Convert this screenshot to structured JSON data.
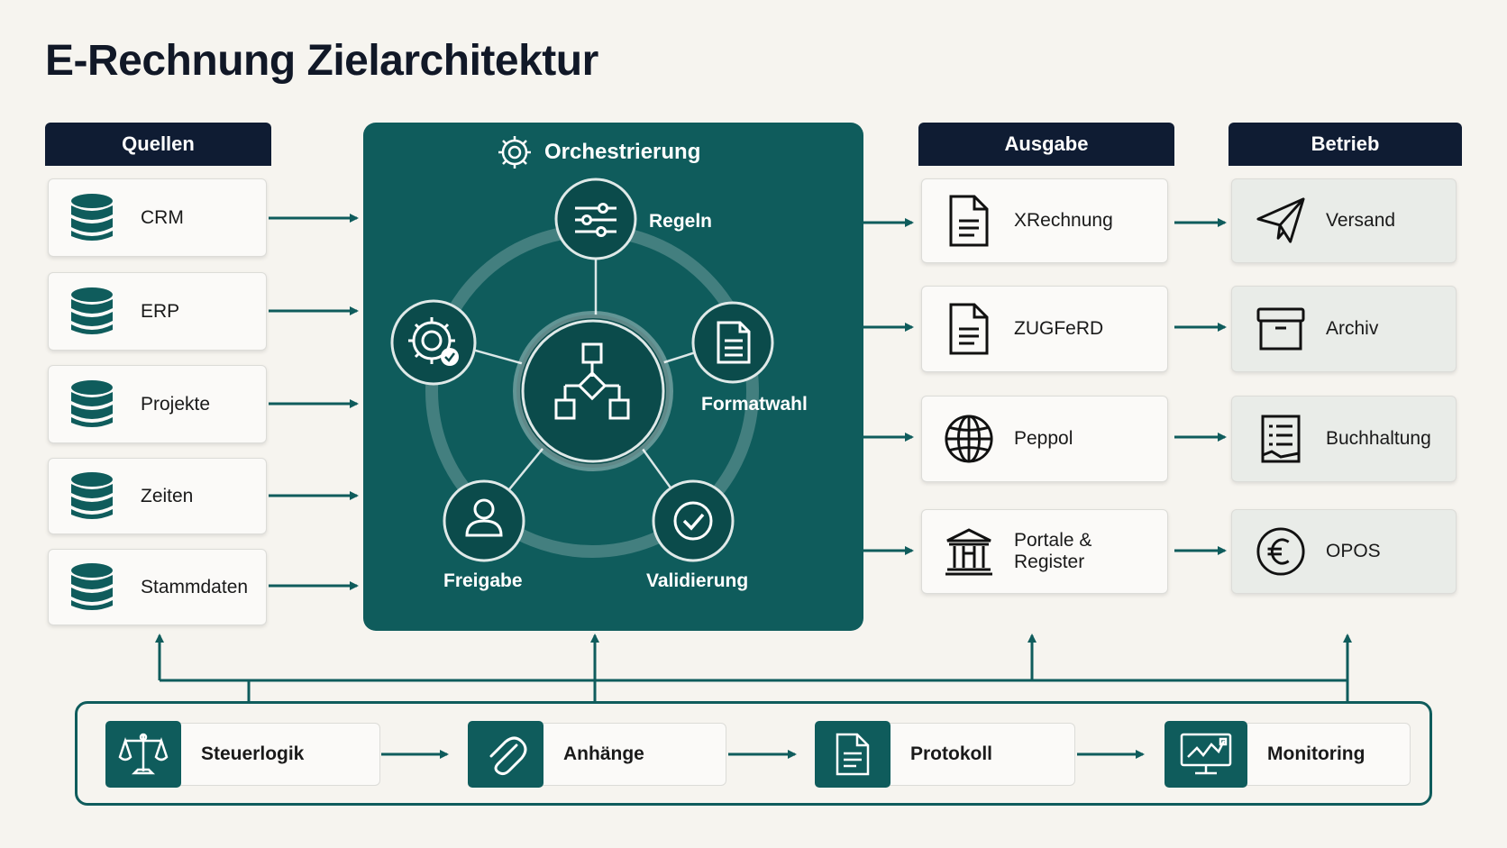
{
  "title": "E-Rechnung Zielarchitektur",
  "columns": {
    "sources": "Quellen",
    "output": "Ausgabe",
    "operations": "Betrieb"
  },
  "sources": [
    {
      "label": "CRM",
      "icon": "database-icon"
    },
    {
      "label": "ERP",
      "icon": "database-icon"
    },
    {
      "label": "Projekte",
      "icon": "database-icon"
    },
    {
      "label": "Zeiten",
      "icon": "database-icon"
    },
    {
      "label": "Stammdaten",
      "icon": "database-icon"
    }
  ],
  "orchestration": {
    "title": "Orchestrierung",
    "center_icon": "flowchart-icon",
    "nodes": [
      {
        "label": "Regeln",
        "icon": "sliders-icon"
      },
      {
        "label": "Formatwahl",
        "icon": "document-icon"
      },
      {
        "label": "Validierung",
        "icon": "check-circle-icon"
      },
      {
        "label": "Freigabe",
        "icon": "user-icon"
      },
      {
        "label": "",
        "icon": "gear-check-icon"
      }
    ]
  },
  "outputs": [
    {
      "label": "XRechnung",
      "icon": "document-icon"
    },
    {
      "label": "ZUGFeRD",
      "icon": "document-icon"
    },
    {
      "label": "Peppol",
      "icon": "globe-icon"
    },
    {
      "label": "Portale & Register",
      "icon": "institution-icon"
    }
  ],
  "operations": [
    {
      "label": "Versand",
      "icon": "paper-plane-icon"
    },
    {
      "label": "Archiv",
      "icon": "archive-box-icon"
    },
    {
      "label": "Buchhaltung",
      "icon": "ledger-icon"
    },
    {
      "label": "OPOS",
      "icon": "euro-icon"
    }
  ],
  "pipeline": [
    {
      "label": "Steuerlogik",
      "icon": "scales-icon"
    },
    {
      "label": "Anhänge",
      "icon": "paperclip-icon"
    },
    {
      "label": "Protokoll",
      "icon": "document-icon"
    },
    {
      "label": "Monitoring",
      "icon": "monitor-chart-icon"
    }
  ],
  "colors": {
    "teal": "#0f5c5c",
    "navy": "#0f1c33",
    "background": "#f6f4ef"
  }
}
